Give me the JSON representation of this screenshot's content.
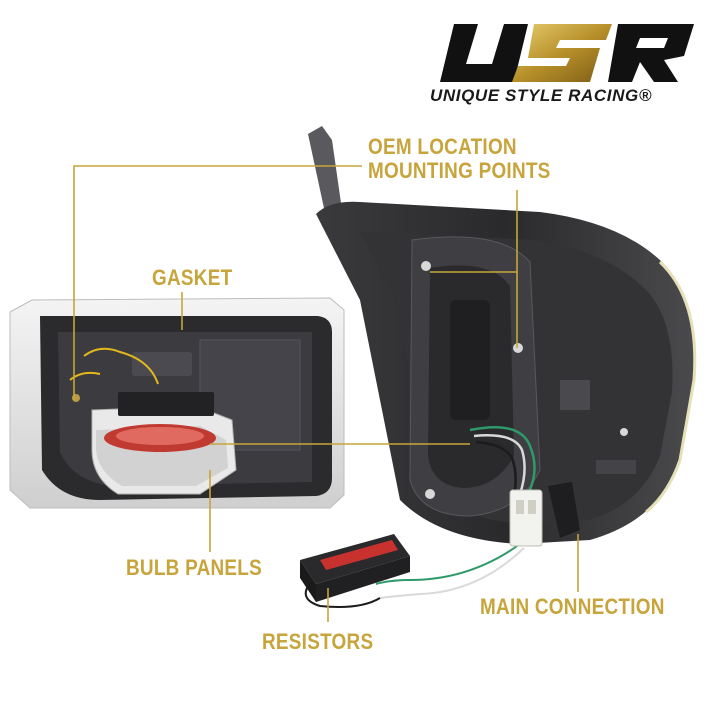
{
  "brand": {
    "logo_text": "USR",
    "name": "UNIQUE STYLE RACING",
    "registered_mark": "®"
  },
  "callouts": {
    "oem_line1": "OEM LOCATION",
    "oem_line2": "MOUNTING POINTS",
    "gasket": "GASKET",
    "bulb_panels": "BULB PANELS",
    "main_connection": "MAIN CONNECTION",
    "resistors": "RESISTORS"
  },
  "colors": {
    "callout_gold": "#c7a53c",
    "housing_dark": "#2e2e30",
    "logo_black": "#111111"
  }
}
